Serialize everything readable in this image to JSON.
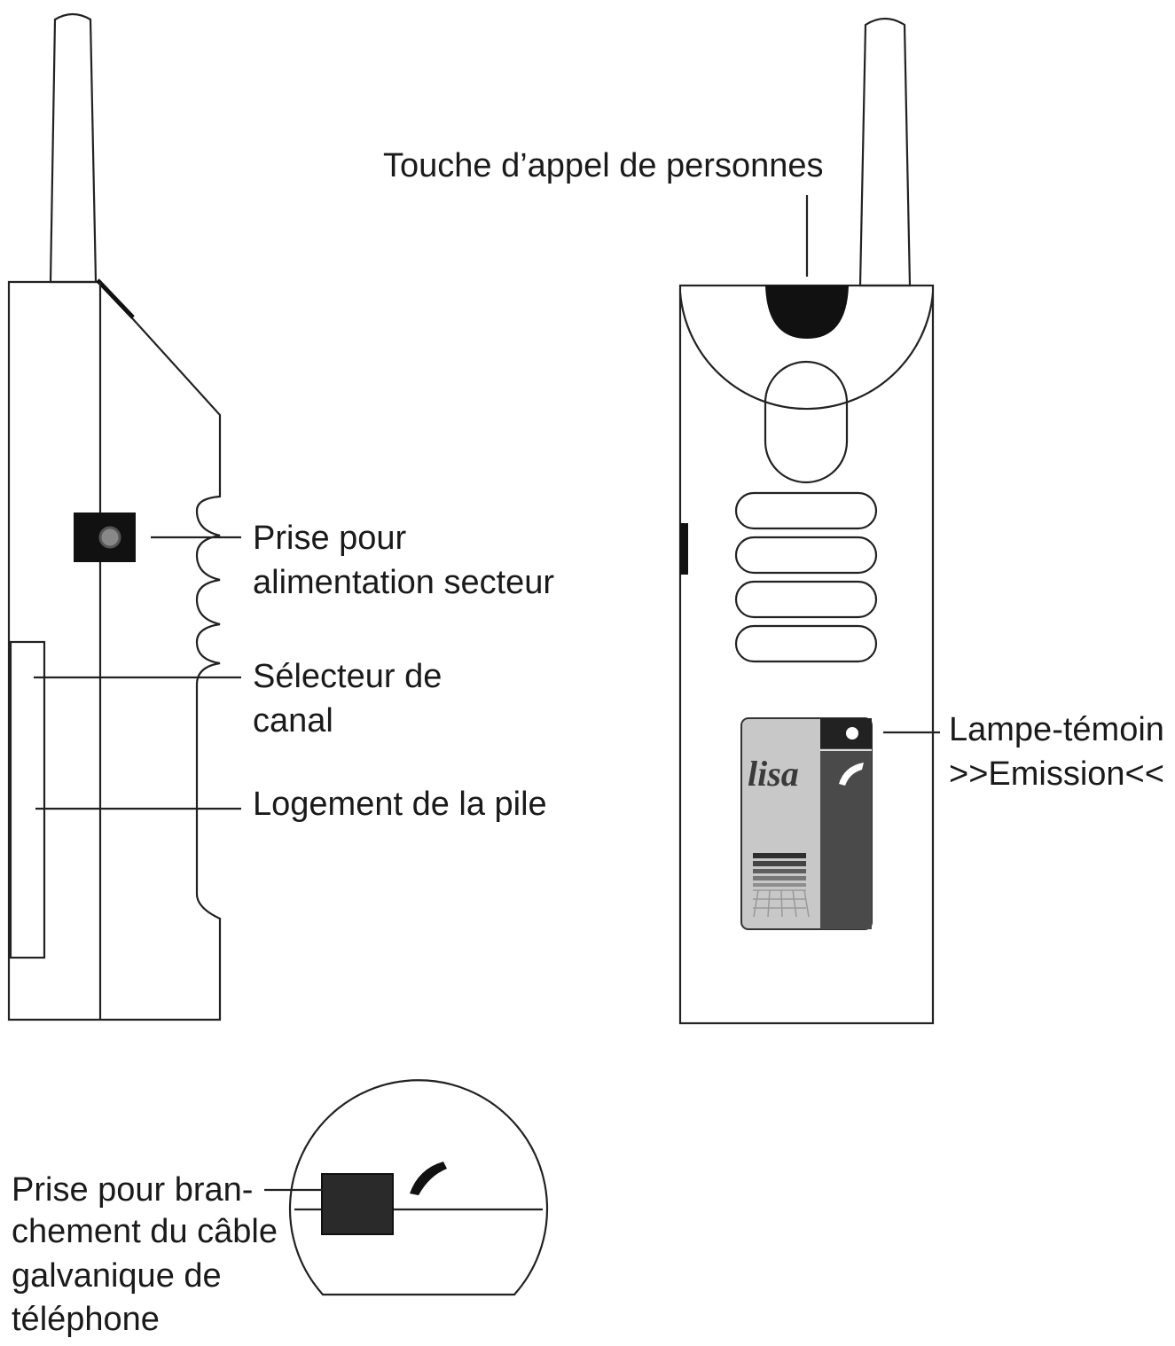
{
  "labels": {
    "call_button": "Touche d’appel de personnes",
    "power_socket": [
      "Prise pour",
      "alimentation secteur"
    ],
    "channel_selector": [
      "Sélecteur de",
      "canal"
    ],
    "battery": "Logement de la pile",
    "led": [
      "Lampe-témoin",
      ">>Emission<<"
    ],
    "phone_socket": [
      "Prise pour bran-",
      "chement du câble",
      "galvanique de",
      "téléphone"
    ]
  },
  "brand_logo": "lisa",
  "colors": {
    "outline": "#222222",
    "black": "#111111",
    "label_panel": "#c8c8c8",
    "dark_panel": "#4a4a4a"
  }
}
